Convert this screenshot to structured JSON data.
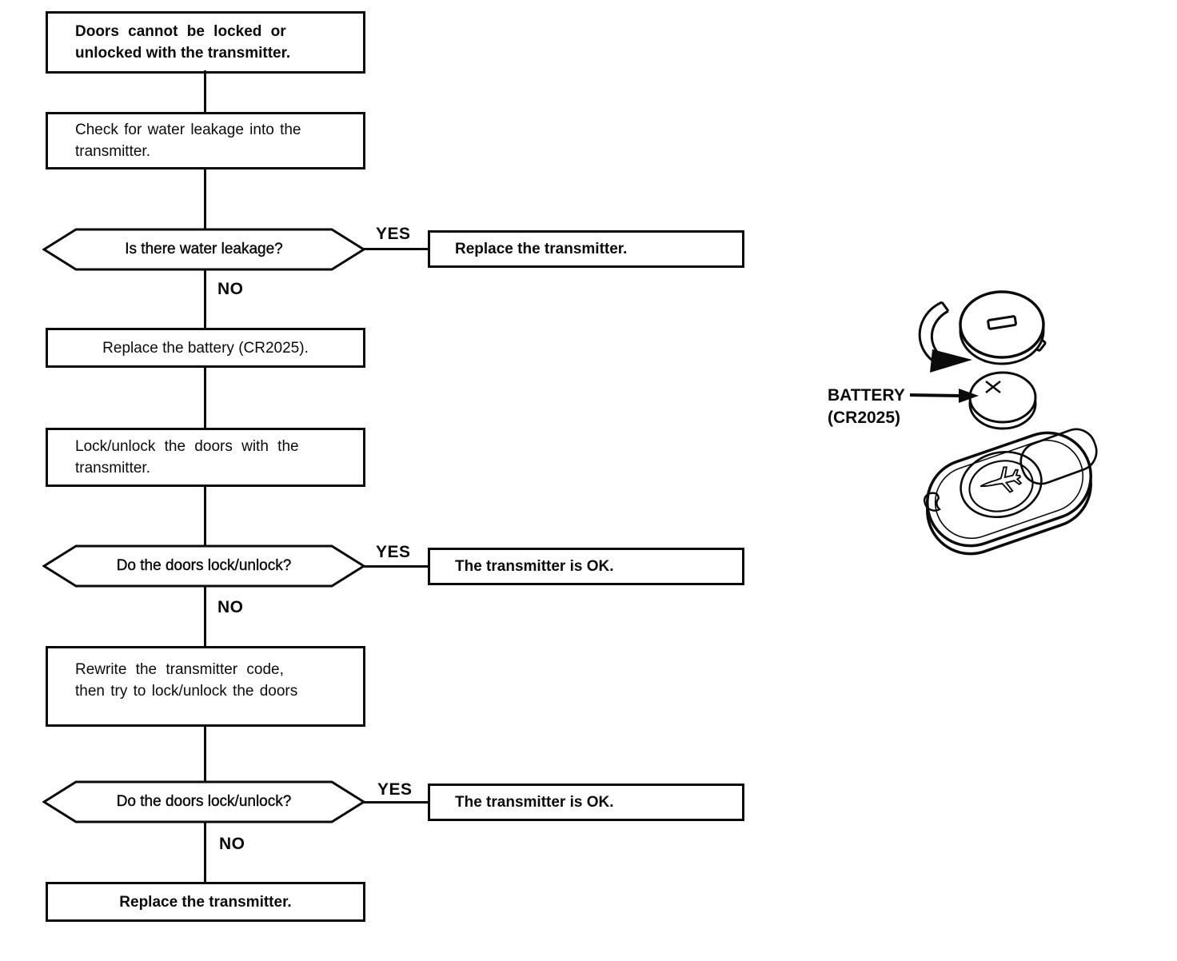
{
  "diagram": {
    "type": "flowchart",
    "nodes": [
      {
        "id": "problem",
        "type": "process",
        "label": "Doors cannot be locked or\nunlocked with the transmitter."
      },
      {
        "id": "check-water",
        "type": "process",
        "label": "Check for water leakage into the\ntransmitter."
      },
      {
        "id": "q-water-leakage",
        "type": "decision",
        "label": "Is there water leakage?"
      },
      {
        "id": "replace-transmitter-yes",
        "type": "result",
        "label": "Replace the transmitter."
      },
      {
        "id": "replace-battery",
        "type": "process",
        "label": "Replace the battery (CR2025)."
      },
      {
        "id": "lock-unlock-doors",
        "type": "process",
        "label": "Lock/unlock the doors with the\ntransmitter."
      },
      {
        "id": "q-doors-lock-1",
        "type": "decision",
        "label": "Do the doors lock/unlock?"
      },
      {
        "id": "transmitter-ok-1",
        "type": "result",
        "label": "The transmitter is OK."
      },
      {
        "id": "rewrite-code",
        "type": "process",
        "label": "Rewrite the transmitter code,\nthen try to lock/unlock the doors"
      },
      {
        "id": "q-doors-lock-2",
        "type": "decision",
        "label": "Do the doors lock/unlock?"
      },
      {
        "id": "transmitter-ok-2",
        "type": "result",
        "label": "The transmitter is OK."
      },
      {
        "id": "replace-transmitter-final",
        "type": "result",
        "label": "Replace the transmitter."
      }
    ],
    "edge_labels": {
      "yes": "YES",
      "no": "NO"
    },
    "colors": {
      "line": "#0b0b0b",
      "background": "#ffffff"
    }
  },
  "illustration": {
    "battery_label": "BATTERY\n(CR2025)",
    "parts": [
      "battery-cover",
      "rotation-arrow",
      "battery",
      "transmitter-body"
    ]
  }
}
